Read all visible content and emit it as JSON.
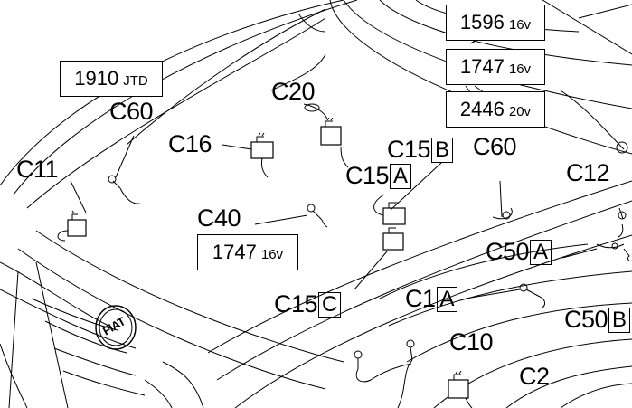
{
  "badge": {
    "text": "FIAT"
  },
  "engine_labels": [
    {
      "id": "e1910",
      "value": "1910",
      "suffix": "JTD"
    },
    {
      "id": "e1596",
      "value": "1596",
      "suffix": "16v"
    },
    {
      "id": "e1747a",
      "value": "1747",
      "suffix": "16v"
    },
    {
      "id": "e2446",
      "value": "2446",
      "suffix": "20v"
    },
    {
      "id": "e1747b",
      "value": "1747",
      "suffix": "16v"
    }
  ],
  "connectors": {
    "c20": {
      "label": "C20",
      "tag": ""
    },
    "c60a": {
      "label": "C60",
      "tag": ""
    },
    "c16": {
      "label": "C16",
      "tag": ""
    },
    "c11": {
      "label": "C11",
      "tag": ""
    },
    "c15b": {
      "label": "C15",
      "tag": "B"
    },
    "c15a": {
      "label": "C15",
      "tag": "A"
    },
    "c60b": {
      "label": "C60",
      "tag": ""
    },
    "c12": {
      "label": "C12",
      "tag": ""
    },
    "c40": {
      "label": "C40",
      "tag": ""
    },
    "c50a": {
      "label": "C50",
      "tag": "A"
    },
    "c1a": {
      "label": "C1",
      "tag": "A"
    },
    "c15c": {
      "label": "C15",
      "tag": "C"
    },
    "c50b": {
      "label": "C50",
      "tag": "B"
    },
    "c10": {
      "label": "C10",
      "tag": ""
    },
    "c2": {
      "label": "C2",
      "tag": ""
    }
  }
}
